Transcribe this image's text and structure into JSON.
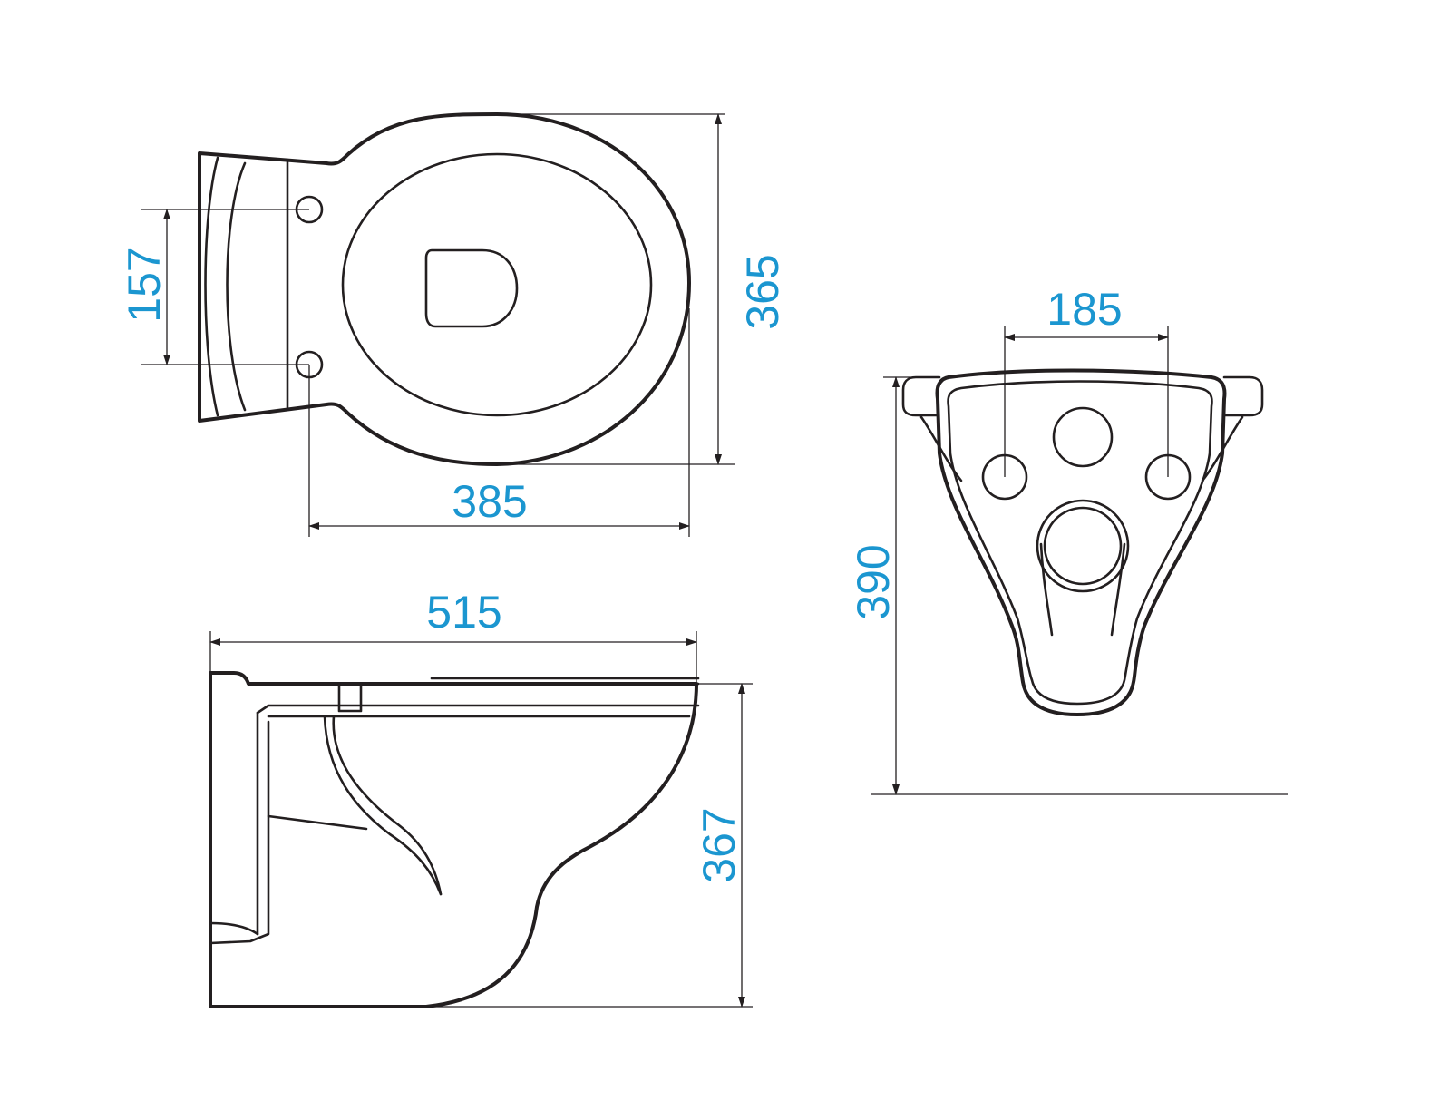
{
  "colors": {
    "outline": "#231f20",
    "dimension_text": "#1b96d0",
    "background": "#ffffff"
  },
  "dimensions": {
    "top_height": "365",
    "top_length": "385",
    "top_bolt_spacing": "157",
    "rear_bolt_spacing": "185",
    "rear_height": "390",
    "side_length": "515",
    "side_height": "367"
  }
}
